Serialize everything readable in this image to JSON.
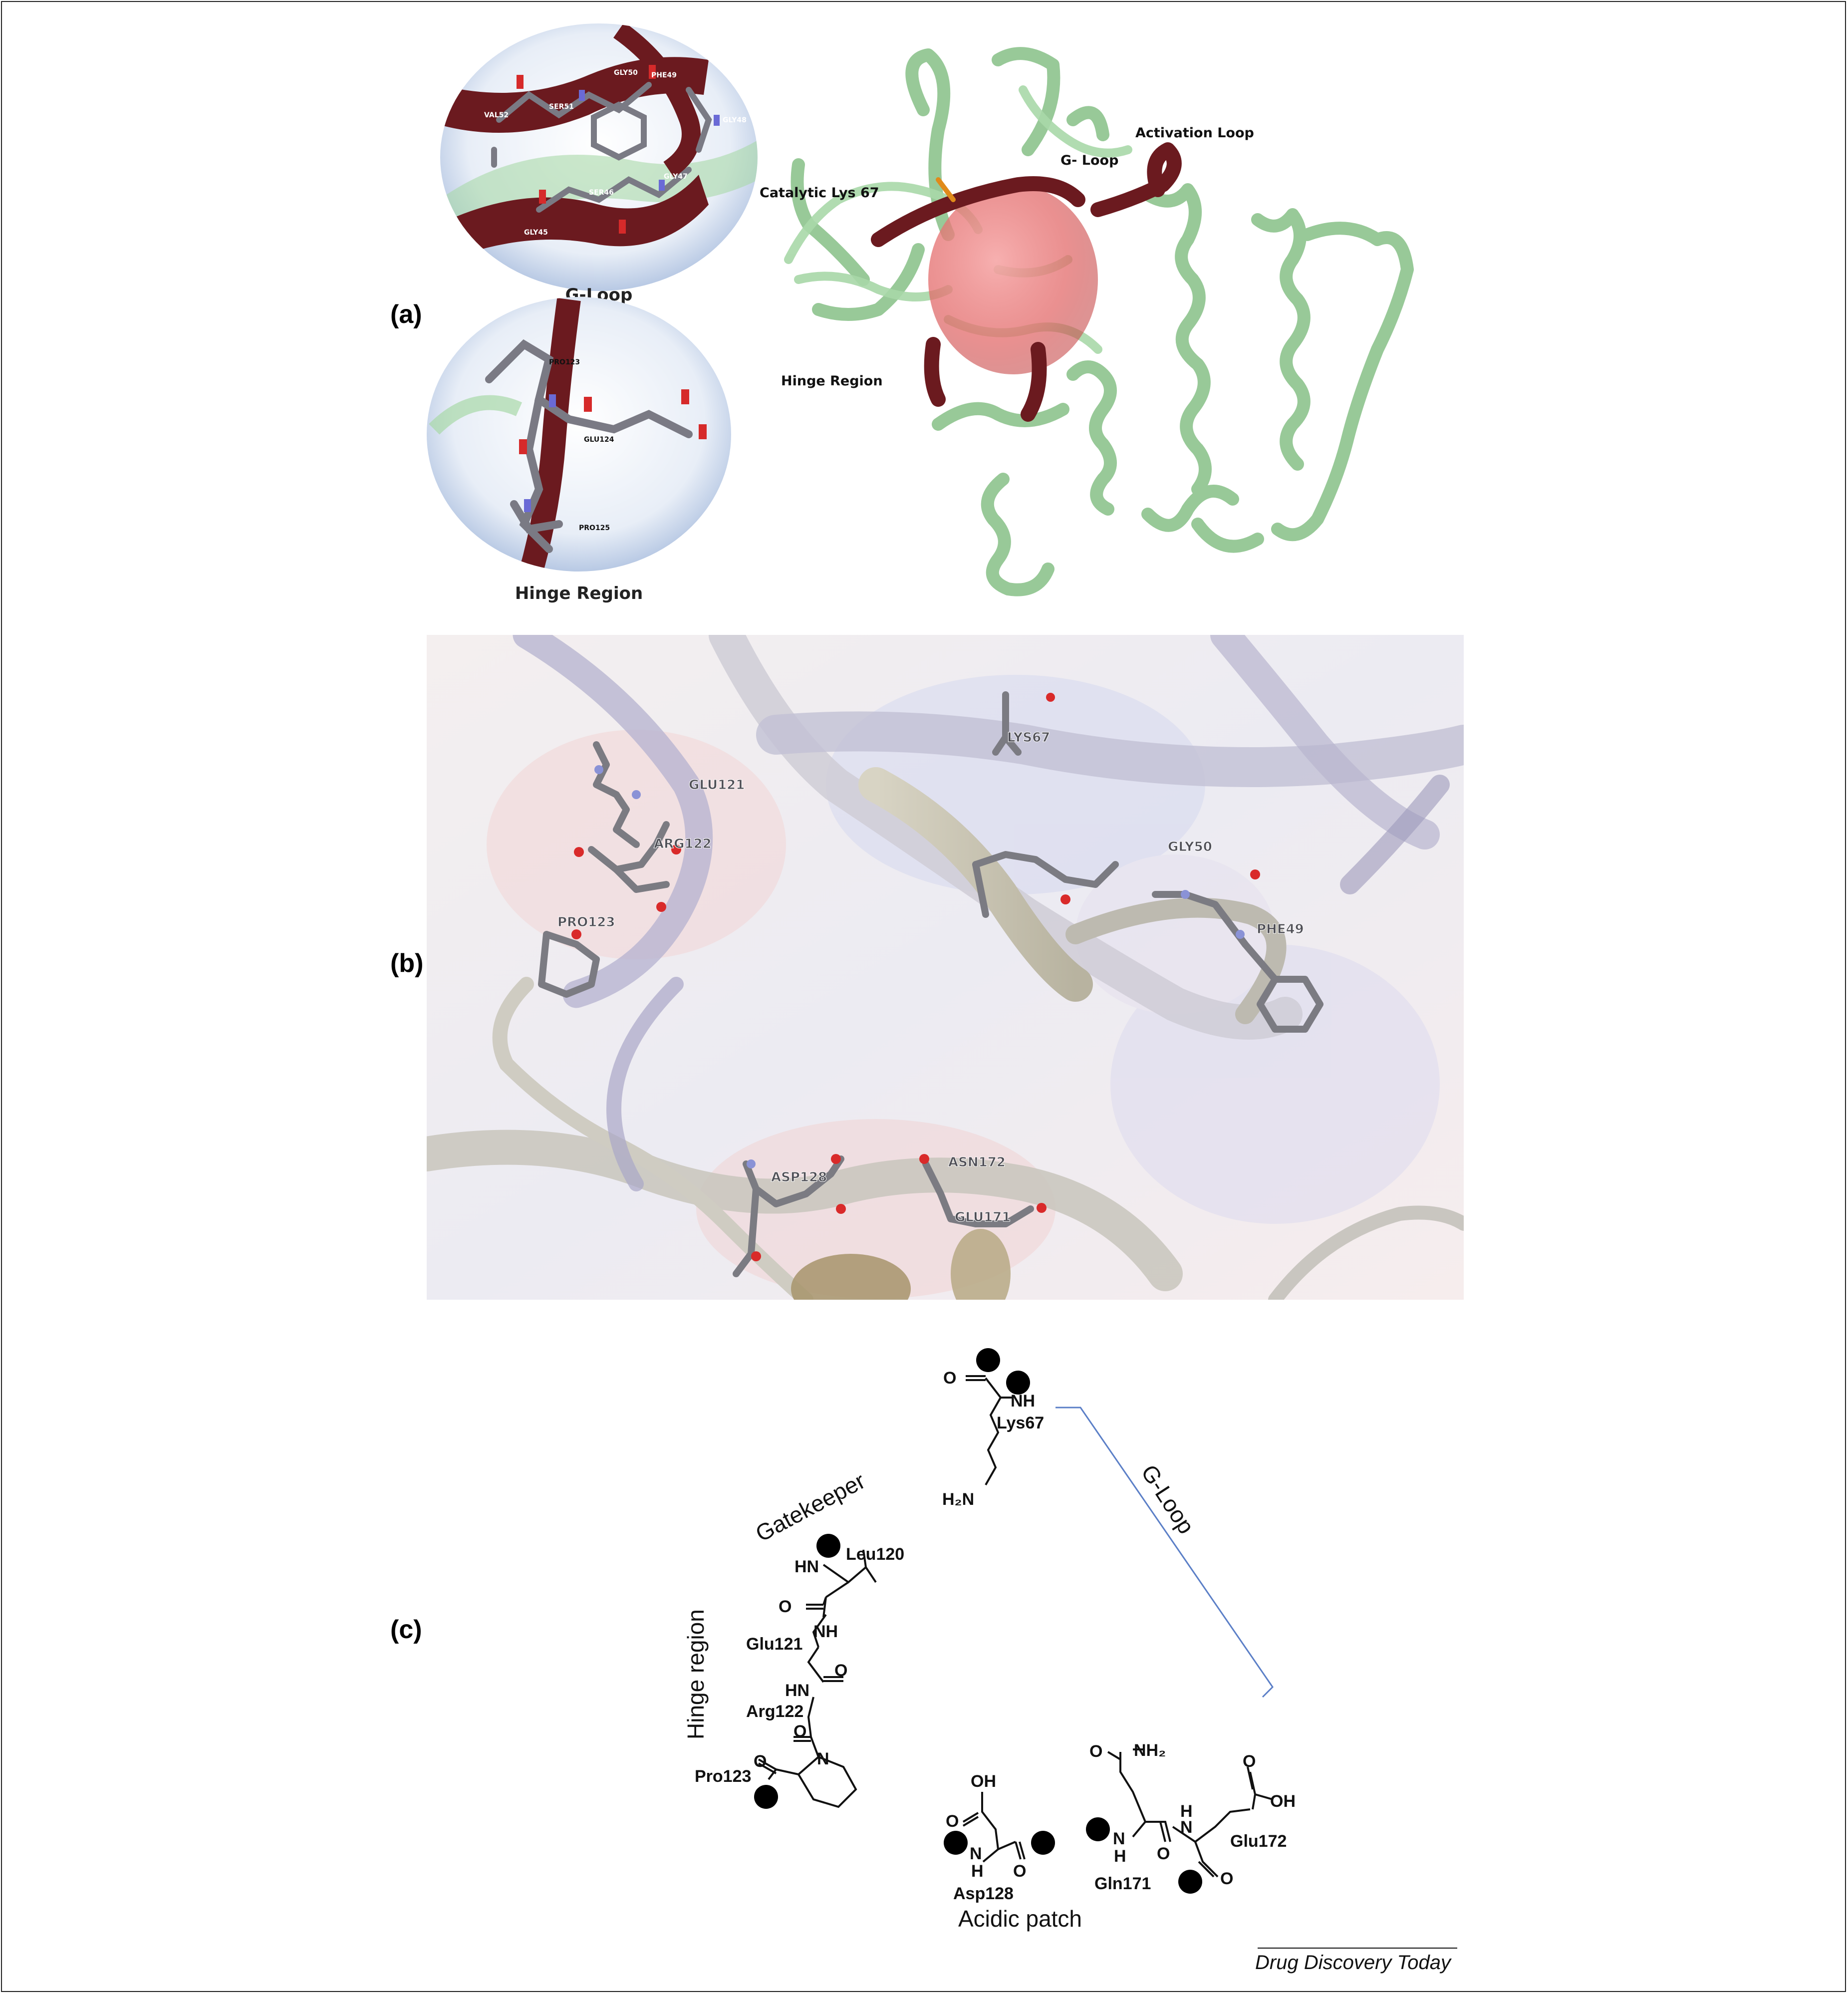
{
  "panels": {
    "a": "(a)",
    "b": "(b)",
    "c": "(c)"
  },
  "panel_a": {
    "inset_top_title": "G-Loop",
    "inset_bottom_title": "Hinge Region",
    "inset_top_residues": [
      "VAL52",
      "SER51",
      "GLY50",
      "PHE49",
      "GLY48",
      "GLY47",
      "SER46",
      "GLY45"
    ],
    "inset_bottom_residues": [
      "PRO123",
      "GLU124",
      "PRO125"
    ],
    "annotations": {
      "activation_loop": "Activation Loop",
      "g_loop": "G- Loop",
      "catalytic_lys": "Catalytic Lys 67",
      "hinge_region": "Hinge Region"
    },
    "colors": {
      "ribbon": "#a8d8a8",
      "highlight": "#6b1a1f",
      "sphere": "#e36b6b"
    }
  },
  "panel_b": {
    "residues": [
      "LYS67",
      "GLU121",
      "ARG122",
      "GLY50",
      "PRO123",
      "PHE49",
      "ASN172",
      "ASP128",
      "GLU171"
    ]
  },
  "panel_c": {
    "lys67": "Lys67",
    "nh": "NH",
    "o": "O",
    "h2n": "H₂N",
    "g_loop": "G-Loop",
    "gatekeeper": "Gatekeeper",
    "hn": "HN",
    "leu120": "Leu120",
    "glu121": "Glu121",
    "arg122": "Arg122",
    "pro123": "Pro123",
    "n": "N",
    "hinge_region": "Hinge region",
    "oh": "OH",
    "asp128": "Asp128",
    "acidic_patch": "Acidic patch",
    "nh2": "NH₂",
    "gln171": "Gln171",
    "glu172": "Glu172",
    "h": "H",
    "colors": {
      "bracket": "#5b7fc7"
    }
  },
  "source": "Drug Discovery Today"
}
